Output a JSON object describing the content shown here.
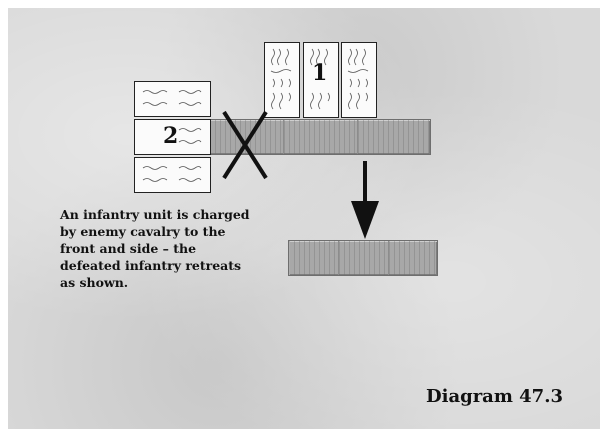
{
  "diagram": {
    "title": "Diagram 47.3",
    "caption": "An infantry unit is charged by enemy cavalry to the front and side – the defeated infantry retreats as shown.",
    "cavalry_units": [
      {
        "label": "1",
        "facing": "down",
        "bases": 3
      },
      {
        "label": "2",
        "facing": "right",
        "bases": 3
      }
    ],
    "infantry": {
      "state": "defeated",
      "retreat_direction": "down",
      "bases": 3
    },
    "markers": {
      "cross": "x-mark-icon",
      "arrow": "arrow-down-icon"
    }
  }
}
